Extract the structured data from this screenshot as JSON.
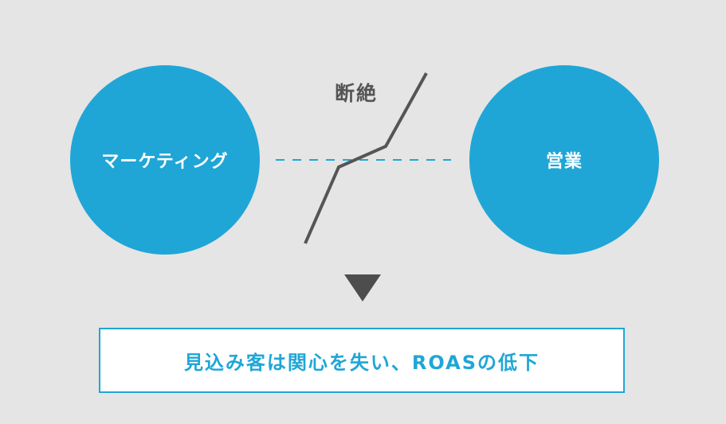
{
  "diagram": {
    "left_node": "マーケティング",
    "right_node": "営業",
    "break_label": "断絶",
    "result": "見込み客は関心を失い、ROASの低下"
  },
  "colors": {
    "background": "#e5e5e5",
    "circle": "#1fa6d6",
    "line": "#555555",
    "result_text": "#1fa6d6"
  }
}
